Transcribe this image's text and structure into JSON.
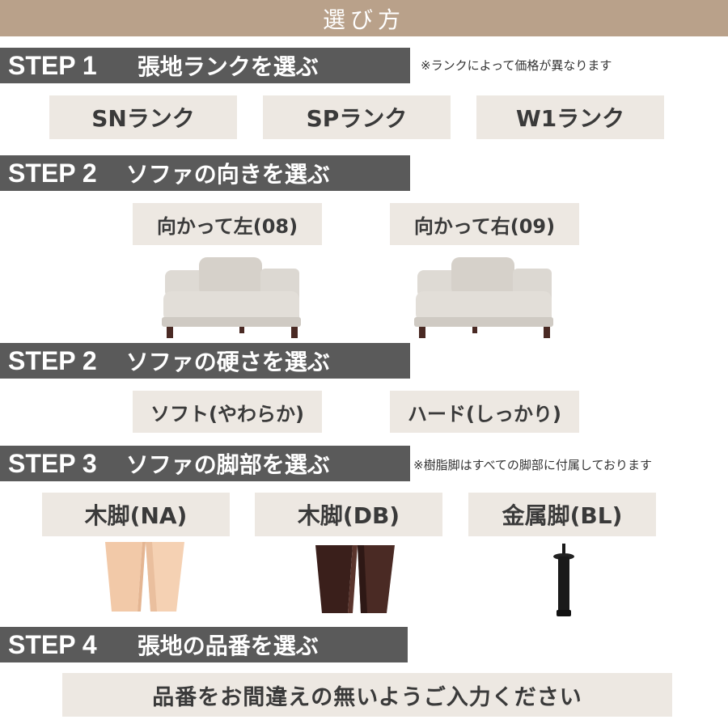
{
  "header": {
    "title": "選び方"
  },
  "step1": {
    "num": "STEP 1",
    "title": "張地ランクを選ぶ",
    "note": "※ランクによって価格が異なります",
    "options": [
      "SNランク",
      "SPランク",
      "W1ランク"
    ]
  },
  "step2a": {
    "num": "STEP 2",
    "title": "ソファの向きを選ぶ",
    "options": [
      "向かって左(08)",
      "向かって右(09)"
    ]
  },
  "step2b": {
    "num": "STEP 2",
    "title": "ソファの硬さを選ぶ",
    "options": [
      "ソフト(やわらか)",
      "ハード(しっかり)"
    ]
  },
  "step3": {
    "num": "STEP 3",
    "title": "ソファの脚部を選ぶ",
    "note": "※樹脂脚はすべての脚部に付属しております",
    "options": [
      "木脚(NA)",
      "木脚(DB)",
      "金属脚(BL)"
    ]
  },
  "step4": {
    "num": "STEP 4",
    "title": "張地の品番を選ぶ",
    "message": "品番をお間違えの無いようご入力ください"
  },
  "colors": {
    "header": "#b9a18a",
    "step_bar": "#5a5a5a",
    "option_bg": "#ede8e2",
    "sofa": "#dcd8d2",
    "leg_natural": "#f2c9a8",
    "leg_dark_brown": "#4a2a24",
    "leg_black": "#1a1a1a"
  },
  "images": {
    "sofa_left": "sofa-left-chaise-image",
    "sofa_right": "sofa-right-chaise-image",
    "leg_na": "natural-wood-leg-image",
    "leg_db": "dark-brown-wood-leg-image",
    "leg_bl": "black-metal-leg-image"
  }
}
